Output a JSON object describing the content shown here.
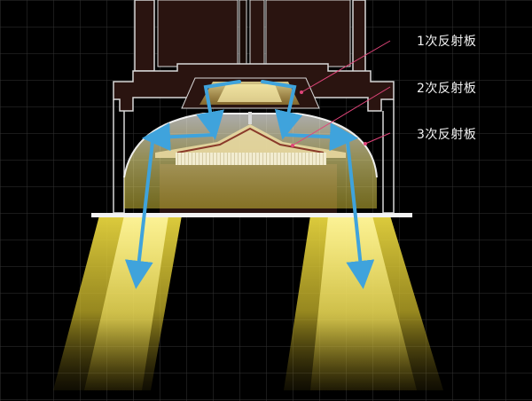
{
  "labels": {
    "reflector_1": "1次反射板",
    "reflector_2": "2次反射板",
    "reflector_3": "3次反射板"
  },
  "colors": {
    "background": "#000000",
    "grid": "#3a3a3a",
    "housing_outline": "#d8d8d8",
    "housing_fill": "#2a1410",
    "light_beam": "#e8d640",
    "arrow": "#3fa3dc",
    "leader_line": "#e0457a"
  },
  "icons": {
    "arrow": "light-path-arrow",
    "beam": "light-beam"
  }
}
